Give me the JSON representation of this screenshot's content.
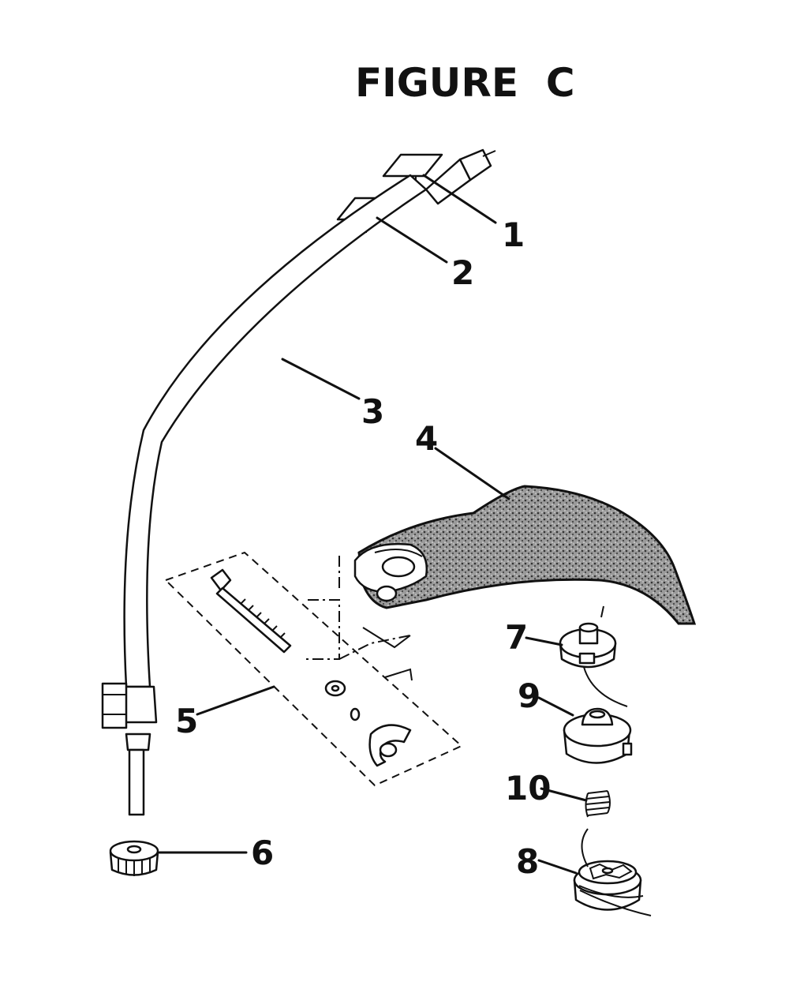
{
  "title": "FIGURE  C",
  "callouts": {
    "c1": "1",
    "c2": "2",
    "c3": "3",
    "c4": "4",
    "c5": "5",
    "c6": "6",
    "c7": "7",
    "c8": "8",
    "c9": "9",
    "c10": "10"
  },
  "colors": {
    "ink": "#111111",
    "paper": "#ffffff",
    "shield_fill": "#8a8a8a"
  }
}
